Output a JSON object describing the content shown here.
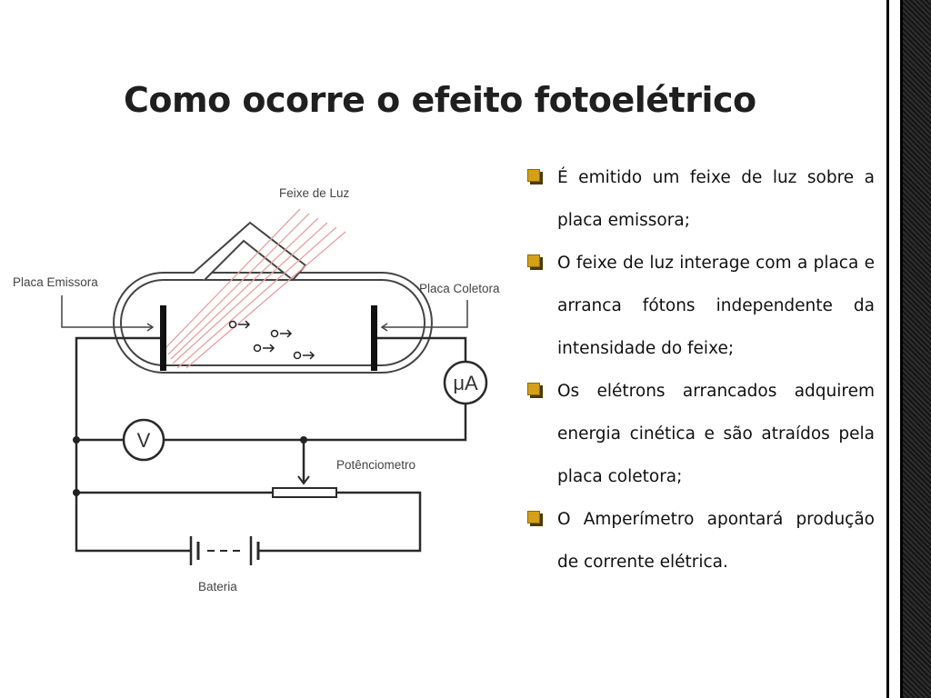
{
  "slide": {
    "title": "Como ocorre o efeito fotoelétrico",
    "bullets": [
      "É emitido um feixe de luz sobre a placa emissora;",
      "O feixe de luz interage com a placa e arranca fótons independente da intensidade do feixe;",
      "Os elétrons arrancados adquirem energia cinética e são atraídos pela placa coletora;",
      "O Amperímetro apontará produção de corrente elétrica."
    ]
  },
  "diagram": {
    "labels": {
      "light_beam": "Feixe de Luz",
      "emitter_plate": "Placa Emissora",
      "collector_plate": "Placa Coletora",
      "ammeter": "μA",
      "voltmeter": "V",
      "potentiometer": "Potênciometro",
      "battery": "Bateria"
    },
    "colors": {
      "light_rays": "#e8a0a0",
      "wire": "#2a2a2a",
      "bullet_marker": "#d4a017"
    }
  }
}
